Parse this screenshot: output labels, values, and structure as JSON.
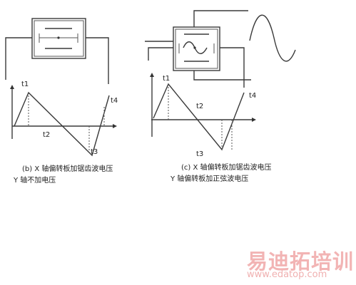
{
  "diagram_b": {
    "labels": {
      "t1": "t1",
      "t2": "t2",
      "t3": "t3",
      "t4": "t4"
    },
    "caption_line1": "(b) X 轴偏转板加锯齿波电压",
    "caption_line2": "Y 轴不加电压"
  },
  "diagram_c": {
    "labels": {
      "t1": "t1",
      "t2": "t2",
      "t3": "t3",
      "t4": "t4"
    },
    "caption_line1": "(c) X 轴偏转板加锯齿波电压",
    "caption_line2": "Y 轴偏转板加正弦波电压"
  },
  "watermark": {
    "brand": "易迪拓培训",
    "url": "www.edatop.com"
  }
}
